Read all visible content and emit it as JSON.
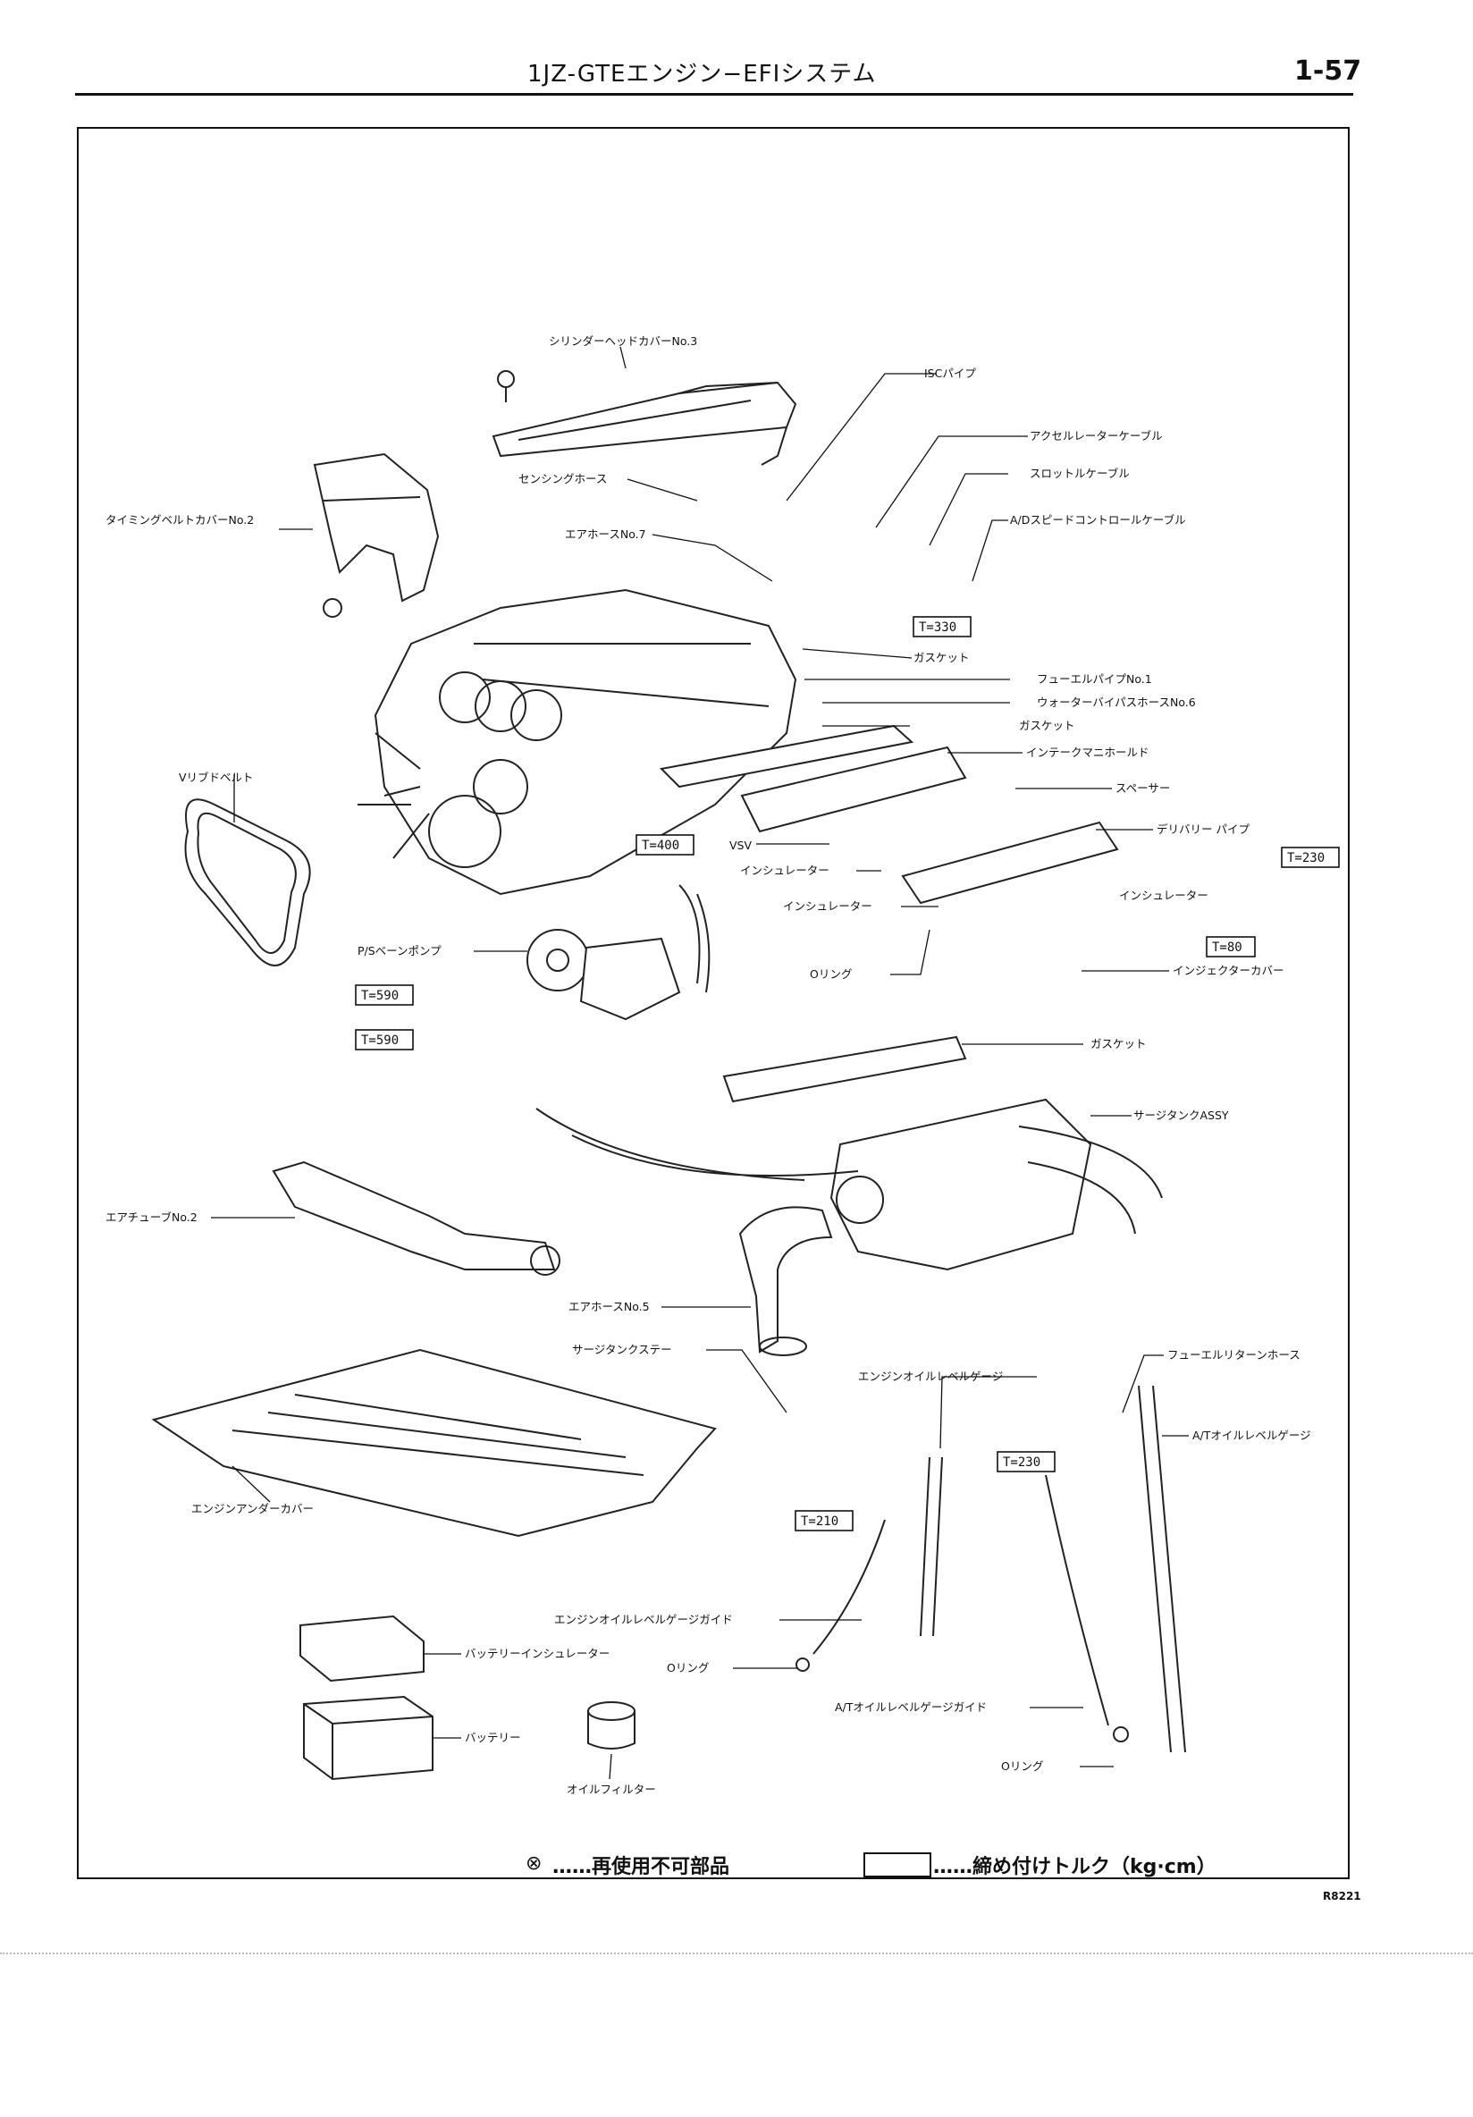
{
  "header": {
    "title": "1JZ-GTEエンジン−EFIシステム",
    "page": "1-57"
  },
  "labels": {
    "cyl_head_cover": "シリンダーヘッドカバーNo.3",
    "isc_pipe": "ISCパイプ",
    "accel_cable": "アクセルレーターケーブル",
    "throttle_cable": "スロットルケーブル",
    "ad_cable": "A/Dスピードコントロールケーブル",
    "sensing_hose": "センシングホース",
    "timing_cover": "タイミングベルトカバーNo.2",
    "air_hose7": "エアホースNo.7",
    "gasket1": "ガスケット",
    "fuel_pipe": "フューエルパイプNo.1",
    "water_bypass": "ウォーターバイパスホースNo.6",
    "gasket2": "ガスケット",
    "intake_manifold": "インテークマニホールド",
    "vrib_belt": "Vリブドベルト",
    "spacer": "スペーサー",
    "delivery_pipe": "デリバリー パイプ",
    "vsv": "VSV",
    "insulator1": "インシュレーター",
    "insulator2": "インシュレーター",
    "insulator3": "インシュレーター",
    "ps_pump": "P/Sベーンポンプ",
    "oring1": "Oリング",
    "injector_cover": "インジェクターカバー",
    "gasket3": "ガスケット",
    "surge_tank": "サージタンクASSY",
    "air_tube2": "エアチューブNo.2",
    "air_hose5": "エアホースNo.5",
    "surge_stay": "サージタンクステー",
    "oil_gauge": "エンジンオイルレベルゲージ",
    "fuel_return": "フューエルリターンホース",
    "at_gauge": "A/Tオイルレベルゲージ",
    "under_cover": "エンジンアンダーカバー",
    "oil_gauge_guide": "エンジンオイルレベルゲージガイド",
    "battery_insulator": "バッテリーインシュレーター",
    "oring2": "Oリング",
    "at_gauge_guide": "A/Tオイルレベルゲージガイド",
    "battery": "バッテリー",
    "oring3": "Oリング",
    "oil_filter": "オイルフィルター"
  },
  "torques": {
    "t330": "T=330",
    "t230a": "T=230",
    "t400": "T=400",
    "t80": "T=80",
    "t590a": "T=590",
    "t590b": "T=590",
    "t230b": "T=230",
    "t210": "T=210"
  },
  "legend": {
    "nonreusable_mark": "⊗",
    "nonreusable": "……再使用不可部品",
    "torque_note": "……締め付けトルク（kg·cm）"
  },
  "figure_code": "R8221"
}
